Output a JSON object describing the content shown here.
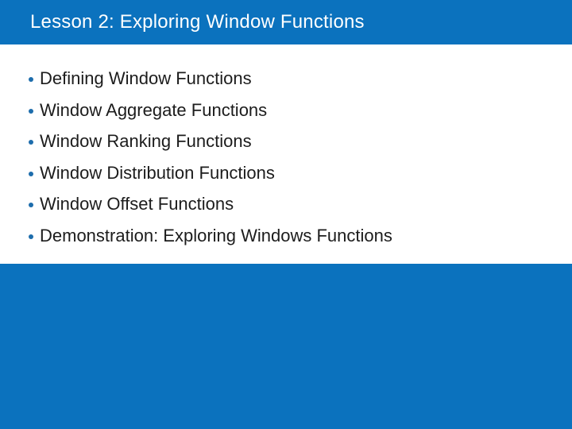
{
  "slide": {
    "header": {
      "title": "Lesson 2: Exploring Window Functions"
    },
    "content": {
      "bullets": [
        "Defining Window Functions",
        "Window Aggregate Functions",
        "Window Ranking Functions",
        "Window Distribution Functions",
        "Window Offset Functions",
        "Demonstration: Exploring Windows Functions"
      ]
    },
    "colors": {
      "header_blue": "#0b72be",
      "footer_blue": "#0b72be",
      "bullet_dot_blue": "#1d6dac",
      "body_text": "#1c1c1c",
      "title_text": "#ffffff",
      "panel_white": "#ffffff"
    }
  }
}
